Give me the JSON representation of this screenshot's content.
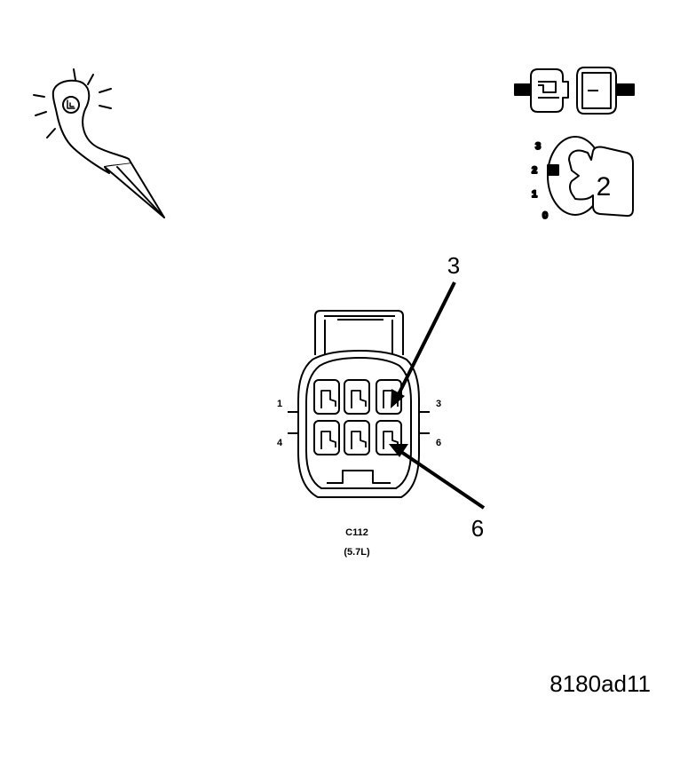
{
  "icons": {
    "probe": "test-probe-icon",
    "disconnect": "disconnect-connector-icon",
    "ignition": "ignition-key-icon"
  },
  "ignition": {
    "positions": [
      "3",
      "2",
      "1",
      "0"
    ],
    "key_label": "2"
  },
  "connector": {
    "name": "C112",
    "variant": "(5.7L)",
    "pin_labels": {
      "p1": "1",
      "p3": "3",
      "p4": "4",
      "p6": "6"
    },
    "callouts": {
      "top": "3",
      "bottom": "6"
    }
  },
  "figure_code": "8180ad11"
}
